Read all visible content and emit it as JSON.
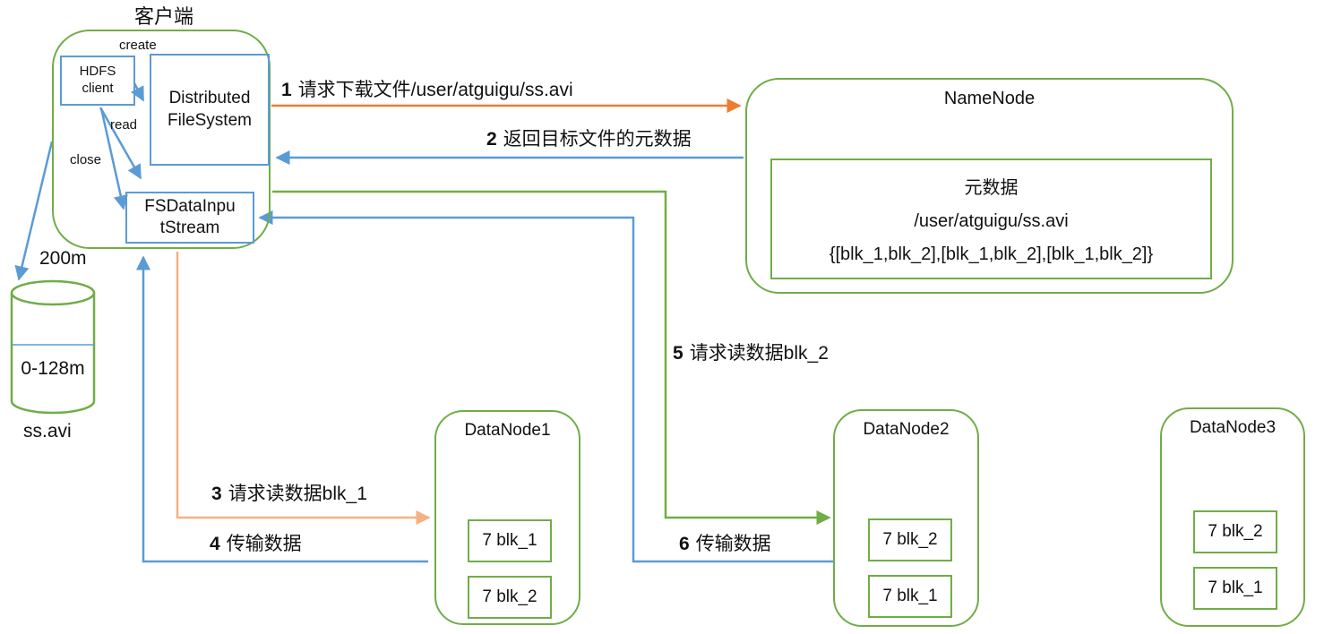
{
  "colors": {
    "green": "#70AD47",
    "blue": "#5B9BD5",
    "orange": "#ED7D31",
    "light_orange": "#F4B183"
  },
  "client": {
    "title": "客户端",
    "hdfs_client": {
      "line1": "HDFS",
      "line2": "client"
    },
    "distributed_fs": {
      "line1": "Distributed",
      "line2": "FileSystem"
    },
    "fs_data_input_stream": {
      "line1": "FSDataInpu",
      "line2": "tStream"
    },
    "create_label": "create",
    "read_label": "read",
    "close_label": "close"
  },
  "file": {
    "total_size": "200m",
    "block_range": "0-128m",
    "name": "ss.avi"
  },
  "namenode": {
    "title": "NameNode",
    "metadata_title": "元数据",
    "path": "/user/atguigu/ss.avi",
    "block_map": "{[blk_1,blk_2],[blk_1,blk_2],[blk_1,blk_2]}"
  },
  "arrows": {
    "step1": {
      "num": "1",
      "text": "请求下载文件/user/atguigu/ss.avi"
    },
    "step2": {
      "num": "2",
      "text": "返回目标文件的元数据"
    },
    "step3": {
      "num": "3",
      "text": "请求读数据blk_1"
    },
    "step4": {
      "num": "4",
      "text": "传输数据"
    },
    "step5": {
      "num": "5",
      "text": "请求读数据blk_2"
    },
    "step6": {
      "num": "6",
      "text": "传输数据"
    }
  },
  "datanodes": [
    {
      "name": "DataNode1",
      "blocks": [
        "7 blk_1",
        "7 blk_2"
      ]
    },
    {
      "name": "DataNode2",
      "blocks": [
        "7 blk_2",
        "7 blk_1"
      ]
    },
    {
      "name": "DataNode3",
      "blocks": [
        "7 blk_2",
        "7 blk_1"
      ]
    }
  ]
}
